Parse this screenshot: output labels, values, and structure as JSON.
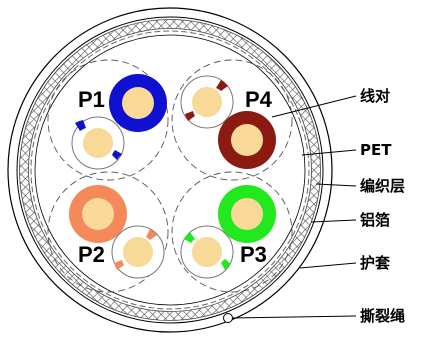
{
  "pairs": {
    "p1": "P1",
    "p2": "P2",
    "p3": "P3",
    "p4": "P4"
  },
  "callouts": {
    "pair": "线对",
    "pet": "PET",
    "braid": "编织层",
    "foil": "铝箔",
    "jacket": "护套",
    "ripcord": "撕裂绳"
  },
  "colors": {
    "blue": "#1010d0",
    "brown": "#8b1a10",
    "orange": "#f4895a",
    "green": "#22e81e",
    "conductor": "#f8d998",
    "braid": "#666666"
  }
}
